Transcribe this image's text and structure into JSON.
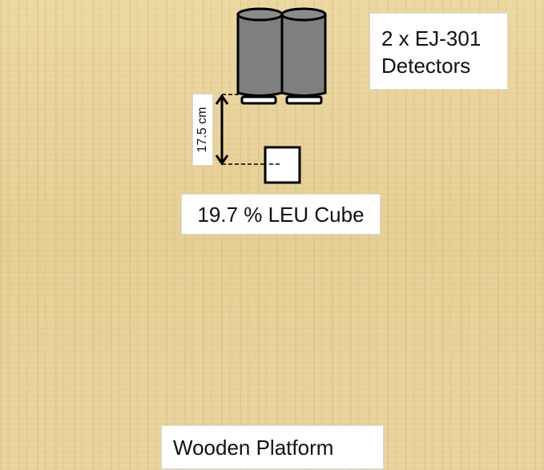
{
  "labels": {
    "detectors": [
      "2 x EJ-301",
      "Detectors"
    ],
    "cube": "19.7 % LEU Cube",
    "platform": "Wooden Platform",
    "distance": "17.5 cm"
  },
  "colors": {
    "detector_body": "#7f7f7f",
    "cube": "#ffffff",
    "background": "#e8d49a"
  }
}
